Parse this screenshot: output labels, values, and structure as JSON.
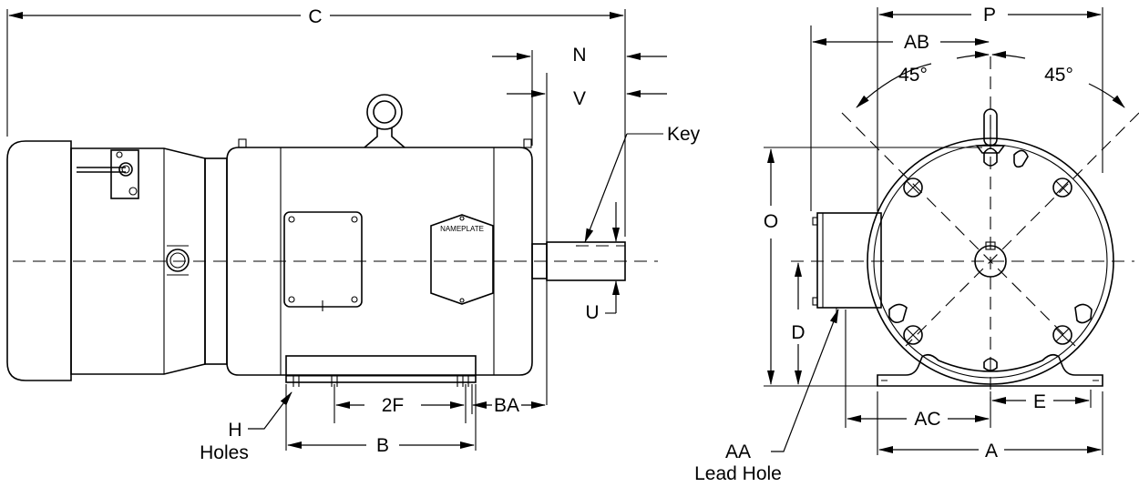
{
  "labels": {
    "C": "C",
    "N": "N",
    "V": "V",
    "key": "Key",
    "U": "U",
    "H": "H",
    "holes": "Holes",
    "twoF": "2F",
    "BA": "BA",
    "B": "B",
    "nameplate": "NAMEPLATE",
    "P": "P",
    "AB": "AB",
    "angle_left": "45°",
    "angle_right": "45°",
    "O": "O",
    "D": "D",
    "AC": "AC",
    "E": "E",
    "AA": "AA",
    "lead_hole": "Lead Hole",
    "A": "A"
  },
  "colors": {
    "line": "#000000",
    "background": "#ffffff"
  }
}
